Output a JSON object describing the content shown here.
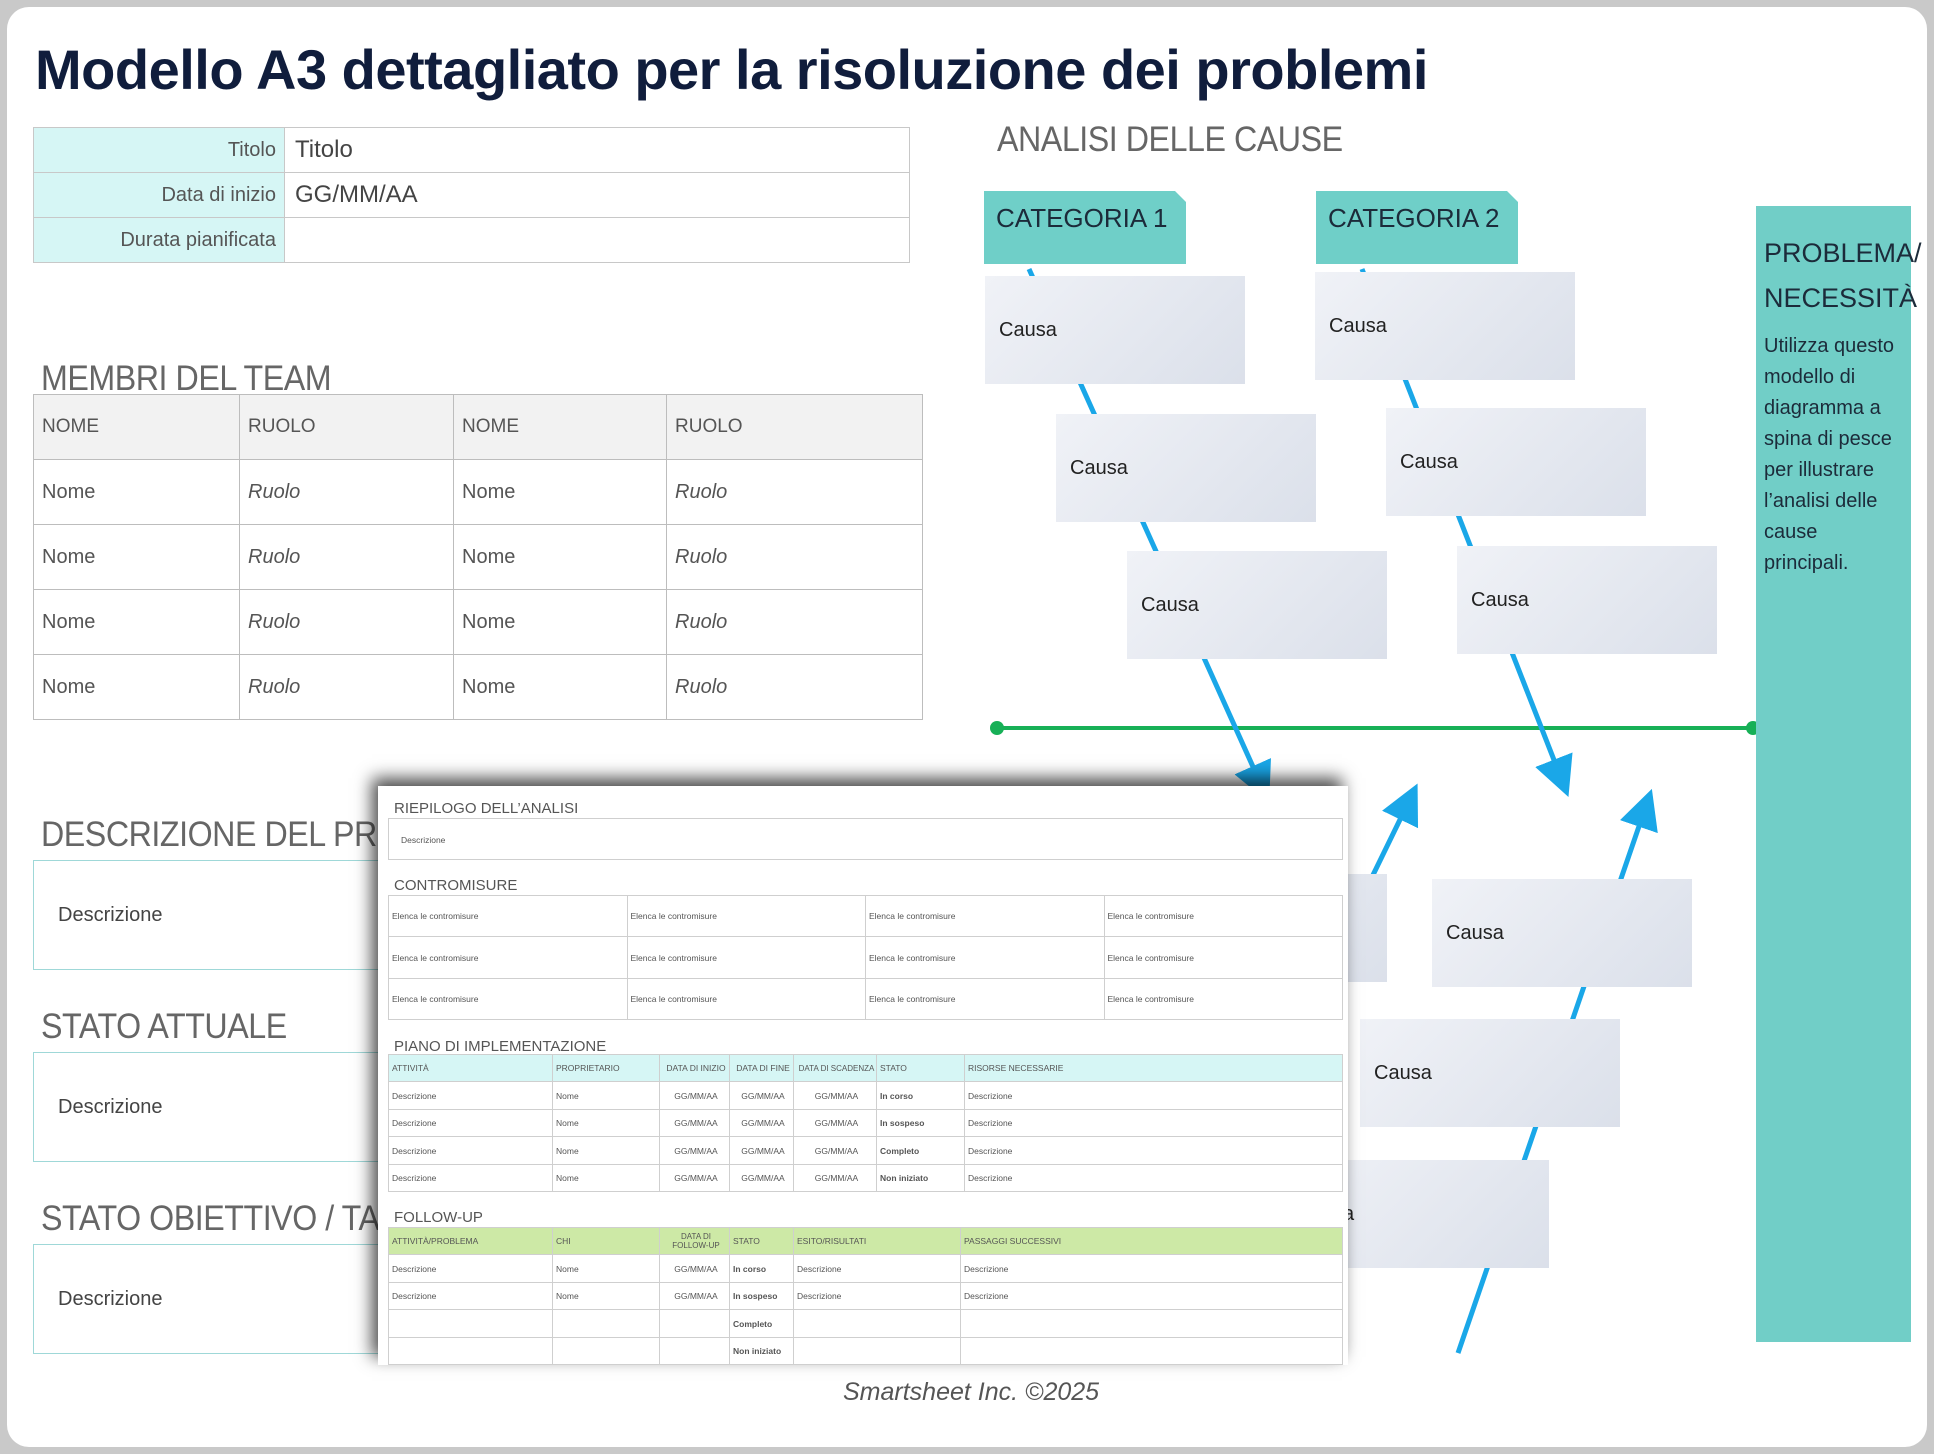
{
  "title": "Modello A3 dettagliato per la risoluzione dei problemi",
  "info": [
    {
      "label": "Titolo",
      "value": "Titolo"
    },
    {
      "label": "Data di inizio",
      "value": "GG/MM/AA"
    },
    {
      "label": "Durata pianificata",
      "value": ""
    }
  ],
  "team": {
    "heading": "MEMBRI DEL TEAM",
    "headers": [
      "NOME",
      "RUOLO",
      "NOME",
      "RUOLO"
    ],
    "rows": [
      [
        "Nome",
        "Ruolo",
        "Nome",
        "Ruolo"
      ],
      [
        "Nome",
        "Ruolo",
        "Nome",
        "Ruolo"
      ],
      [
        "Nome",
        "Ruolo",
        "Nome",
        "Ruolo"
      ],
      [
        "Nome",
        "Ruolo",
        "Nome",
        "Ruolo"
      ]
    ]
  },
  "sections": {
    "problem": {
      "heading": "DESCRIZIONE DEL PROBL",
      "text": "Descrizione"
    },
    "current": {
      "heading": "STATO ATTUALE",
      "text": "Descrizione"
    },
    "target": {
      "heading": "STATO OBIETTIVO / TARG",
      "text": "Descrizione"
    }
  },
  "fishbone": {
    "heading": "ANALISI DELLE CAUSE",
    "categories": [
      "CATEGORIA 1",
      "CATEGORIA 2"
    ],
    "cause_label": "Causa",
    "partial_cause": "sa",
    "problem_title_1": "PROBLEMA/",
    "problem_title_2": "NECESSITÀ",
    "problem_body": "Utilizza questo modello di diagramma a spina di pesce per illustrare l’analisi delle cause principali.",
    "colors": {
      "bone": "#1aa7e8",
      "spine": "#17b057",
      "category": "#6fcfc8",
      "problem": "#71cec7"
    }
  },
  "overlay": {
    "summary_heading": "RIEPILOGO DELL’ANALISI",
    "summary_text": "Descrizione",
    "countermeasures_heading": "CONTROMISURE",
    "countermeasure_text": "Elenca le contromisure",
    "implementation_heading": "PIANO DI IMPLEMENTAZIONE",
    "implementation_headers": [
      "ATTIVITÀ",
      "PROPRIETARIO",
      "DATA DI INIZIO",
      "DATA DI FINE",
      "DATA DI SCADENZA",
      "STATO",
      "RISORSE NECESSARIE"
    ],
    "implementation_rows": [
      [
        "Descrizione",
        "Nome",
        "GG/MM/AA",
        "GG/MM/AA",
        "GG/MM/AA",
        "In corso",
        "Descrizione"
      ],
      [
        "Descrizione",
        "Nome",
        "GG/MM/AA",
        "GG/MM/AA",
        "GG/MM/AA",
        "In sospeso",
        "Descrizione"
      ],
      [
        "Descrizione",
        "Nome",
        "GG/MM/AA",
        "GG/MM/AA",
        "GG/MM/AA",
        "Completo",
        "Descrizione"
      ],
      [
        "Descrizione",
        "Nome",
        "GG/MM/AA",
        "GG/MM/AA",
        "GG/MM/AA",
        "Non iniziato",
        "Descrizione"
      ]
    ],
    "followup_heading": "FOLLOW-UP",
    "followup_headers": [
      "ATTIVITÀ/PROBLEMA",
      "CHI",
      "DATA DI FOLLOW-UP",
      "STATO",
      "ESITO/RISULTATI",
      "PASSAGGI SUCCESSIVI"
    ],
    "followup_rows": [
      [
        "Descrizione",
        "Nome",
        "GG/MM/AA",
        "In corso",
        "Descrizione",
        "Descrizione"
      ],
      [
        "Descrizione",
        "Nome",
        "GG/MM/AA",
        "In sospeso",
        "Descrizione",
        "Descrizione"
      ],
      [
        "",
        "",
        "",
        "Completo",
        "",
        ""
      ],
      [
        "",
        "",
        "",
        "Non iniziato",
        "",
        ""
      ]
    ]
  },
  "footer": "Smartsheet Inc. ©2025"
}
